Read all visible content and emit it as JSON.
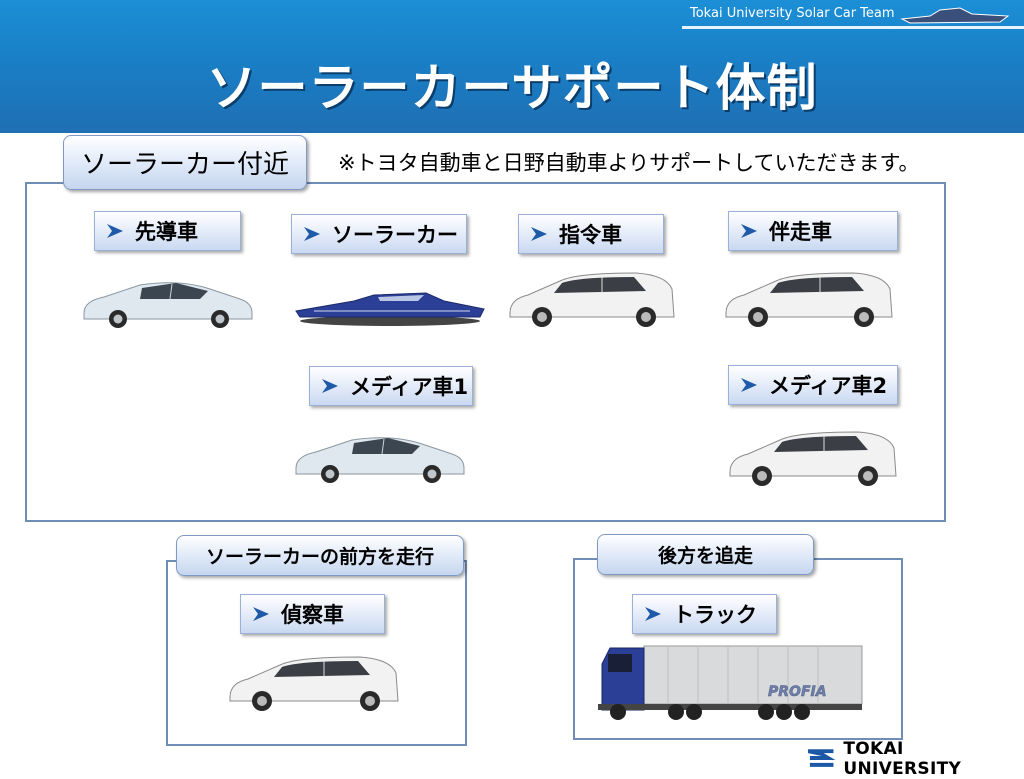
{
  "header": {
    "team_name": "Tokai University Solar Car Team",
    "title": "ソーラーカーサポート体制"
  },
  "note": "※トヨタ自動車と日野自動車よりサポートしていただきます。",
  "groups": {
    "near": {
      "tab": "ソーラーカー付近"
    },
    "front": {
      "tab": "ソーラーカーの前方を走行"
    },
    "rear": {
      "tab": "後方を追走"
    }
  },
  "vehicles": {
    "lead": "先導車",
    "solar": "ソーラーカー",
    "command": "指令車",
    "escort": "伴走車",
    "media1": "メディア車1",
    "media2": "メディア車2",
    "scout": "偵察車",
    "truck": "トラック"
  },
  "truck_text": "PROFIA",
  "footer": {
    "logo_text": "TOKAI UNIVERSITY"
  },
  "icons": {
    "label_arrow": "chevron-right-icon",
    "car": "car-icon",
    "truck": "truck-icon",
    "logo": "tokai-logo-icon"
  },
  "colors": {
    "header": "#1a7fc6",
    "frame": "#6f8db7",
    "arrow": "#1f5aa8",
    "prius": "#dfe8ee",
    "minivan": "#f2f2f2",
    "truck_cab": "#2c3f96"
  }
}
